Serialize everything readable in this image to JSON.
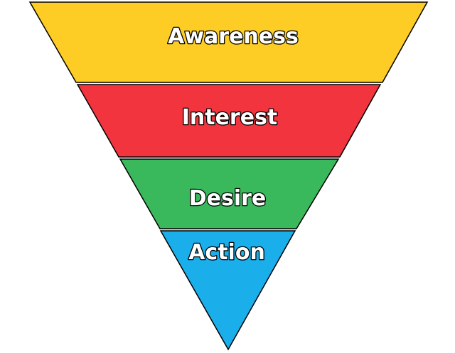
{
  "funnel": {
    "stages": [
      {
        "label": "Awareness",
        "color": "#fecd25"
      },
      {
        "label": "Interest",
        "color": "#f1343d"
      },
      {
        "label": "Desire",
        "color": "#3ab95c"
      },
      {
        "label": "Action",
        "color": "#1aaeea"
      }
    ],
    "outline_color": "#000000"
  }
}
